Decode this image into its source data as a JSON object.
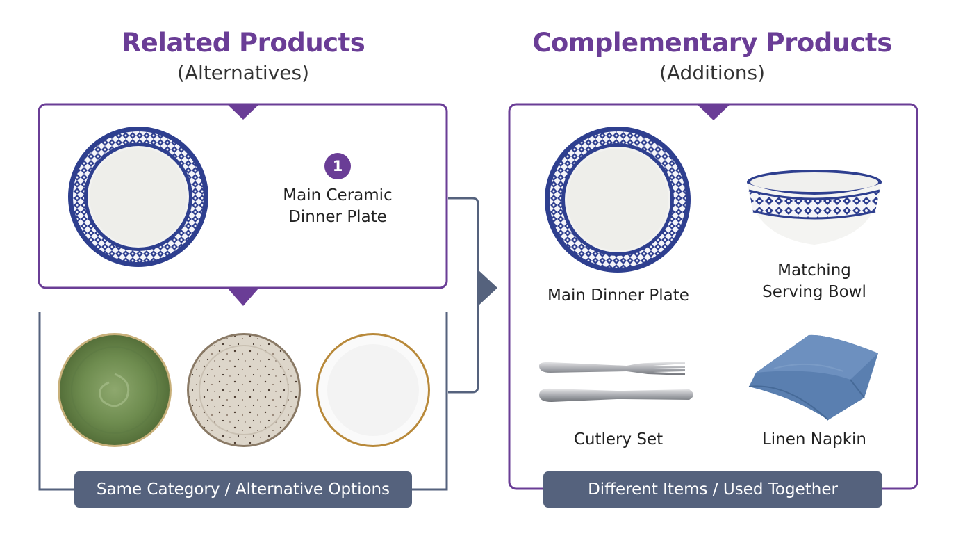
{
  "left": {
    "title": "Related Products",
    "subtitle": "(Alternatives)",
    "main_item": {
      "badge": "1",
      "label_line1": "Main Ceramic",
      "label_line2": "Dinner Plate"
    },
    "alternatives": [
      "green-glaze-plate",
      "speckled-stone-plate",
      "white-gold-rim-plate"
    ],
    "footer": "Same Category / Alternative Options"
  },
  "right": {
    "title": "Complementary Products",
    "subtitle": "(Additions)",
    "items": [
      {
        "label": "Main Dinner Plate"
      },
      {
        "label_line1": "Matching",
        "label_line2": "Serving Bowl"
      },
      {
        "label": "Cutlery Set"
      },
      {
        "label": "Linen Napkin"
      }
    ],
    "footer": "Different Items / Used Together"
  },
  "colors": {
    "accent_purple": "#6a3d96",
    "connector_slate": "#55627d",
    "pattern_blue": "#2e3f8f"
  }
}
